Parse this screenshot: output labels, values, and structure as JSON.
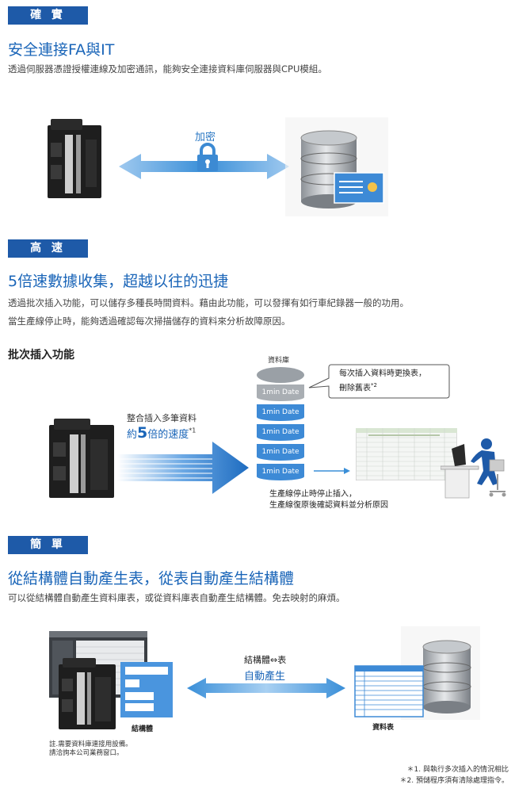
{
  "section1": {
    "tag": "確 實",
    "heading": "安全連接FA與IT",
    "paragraph": "透過伺服器憑證授權連線及加密通訊，能夠安全連接資料庫伺服器與CPU模組。",
    "lock_label": "加密"
  },
  "section2": {
    "tag": "高 速",
    "heading": "5倍速數據收集，超越以往的迅捷",
    "paragraph1": "透過批次插入功能，可以儲存多種長時間資料。藉由此功能，可以發揮有如行車紀錄器一般的功用。",
    "paragraph2": "當生產線停止時，能夠透過確認每次掃描儲存的資料來分析故障原因。",
    "subheading": "批次插入功能",
    "db_label": "資料庫",
    "db_rows": [
      "1min Date",
      "1min Date",
      "1min Date",
      "1min Date",
      "1min Date"
    ],
    "bubble_line1": "每次插入資料時更換表，",
    "bubble_line2": "刪除舊表",
    "bubble_sup": "*2",
    "collect_label": "整合插入多筆資料",
    "speed_prefix": "約",
    "speed_number": "5",
    "speed_suffix": "倍的速度",
    "speed_sup": "*1",
    "stop_line1": "生產線停止時停止插入，",
    "stop_line2": "生產線復原後確認資料並分析原因"
  },
  "section3": {
    "tag": "簡 單",
    "heading": "從結構體自動產生表，從表自動產生結構體",
    "paragraph": "可以從結構體自動產生資料庫表，或從資料庫表自動產生結構體。免去映射的麻煩。",
    "arrow_top": "結構體⇔表",
    "arrow_bottom": "自動產生",
    "struct_label": "結構體",
    "table_label": "資料表",
    "note_line1": "註.需要資料庫連接用設備。",
    "note_line2": "請洽詢本公司業務窗口。"
  },
  "footnotes": {
    "fn1": "＊1. 與執行多次插入的情況相比",
    "fn2": "＊2. 預儲程序須有清除處理指令。"
  },
  "colors": {
    "accent": "#1e5aa8",
    "heading": "#1a65b8",
    "db_blue": "#3d8ad6",
    "arrow": "#3a8fd8"
  }
}
